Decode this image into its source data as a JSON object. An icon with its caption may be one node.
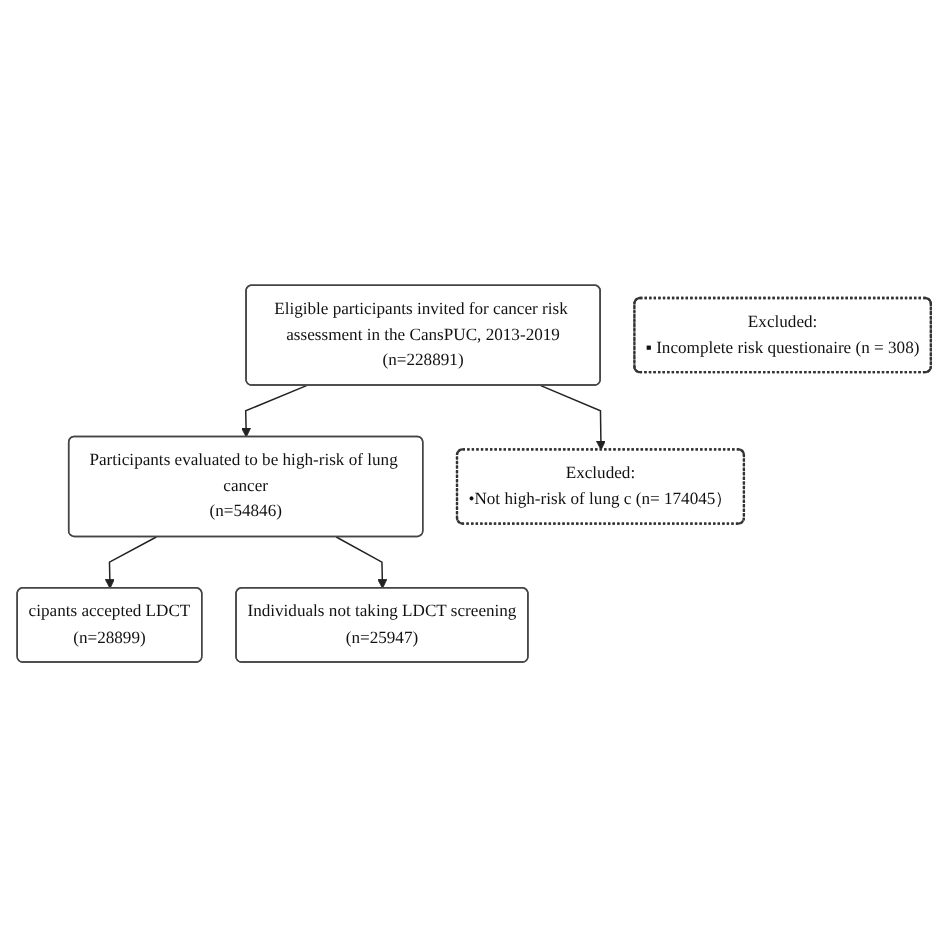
{
  "diagram": {
    "nodes": [
      {
        "text": [
          "Eligible participants invited for cancer risk assessment in the CansPUC, 2013-2019",
          "(n=228891)"
        ]
      },
      {
        "text": [
          "Excluded:",
          "▪ Incomplete risk questionaire (n = 308)"
        ]
      },
      {
        "text": [
          "Excluded:",
          "•Not high-risk of lung c (n= 174045）"
        ]
      },
      {
        "text": [
          "Participants evaluated to be high-risk of lung cancer",
          "(n=54846)"
        ]
      },
      {
        "text": [
          "cipants accepted LDCT",
          "(n=28899)"
        ]
      },
      {
        "text": [
          "Individuals not taking LDCT screening",
          "(n=25947)"
        ]
      }
    ],
    "edges": [
      {
        "from": 0,
        "to": 3,
        "arrow": "to"
      },
      {
        "from": 0,
        "to": 2,
        "arrow": "to"
      },
      {
        "from": 3,
        "to": 4,
        "arrow": "to"
      },
      {
        "from": 3,
        "to": 5,
        "arrow": "to"
      }
    ]
  }
}
